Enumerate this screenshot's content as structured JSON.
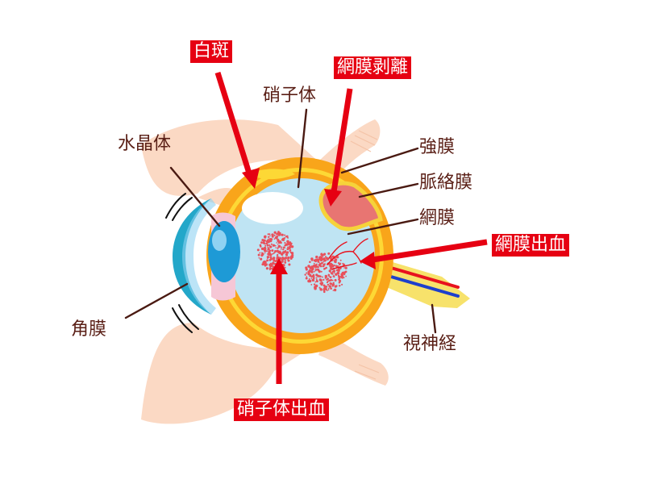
{
  "diagram": {
    "labels": {
      "hakuhan": "白斑",
      "moumaku_hakuri": "網膜剥離",
      "shoshitai": "硝子体",
      "suishoutai": "水晶体",
      "kyoumaku": "強膜",
      "myakurakumaku": "脈絡膜",
      "moumaku": "網膜",
      "moumaku_shukketsu": "網膜出血",
      "kakumaku": "角膜",
      "shishinkei": "視神経",
      "shoshitai_shukketsu": "硝子体出血"
    },
    "colors": {
      "sclera": "#f9a51a",
      "choroid": "#fdd835",
      "vitreous": "#bfe4f3",
      "lens": "#1e9ad6",
      "cornea": "#23a7c9",
      "skin": "#fbd9c4",
      "label_text": "#5a1f16",
      "highlight_red": "#e60012",
      "blood": "#e8505b",
      "detachment": "#e87572",
      "artery": "#e8121e",
      "vein": "#1d3fcc"
    }
  }
}
